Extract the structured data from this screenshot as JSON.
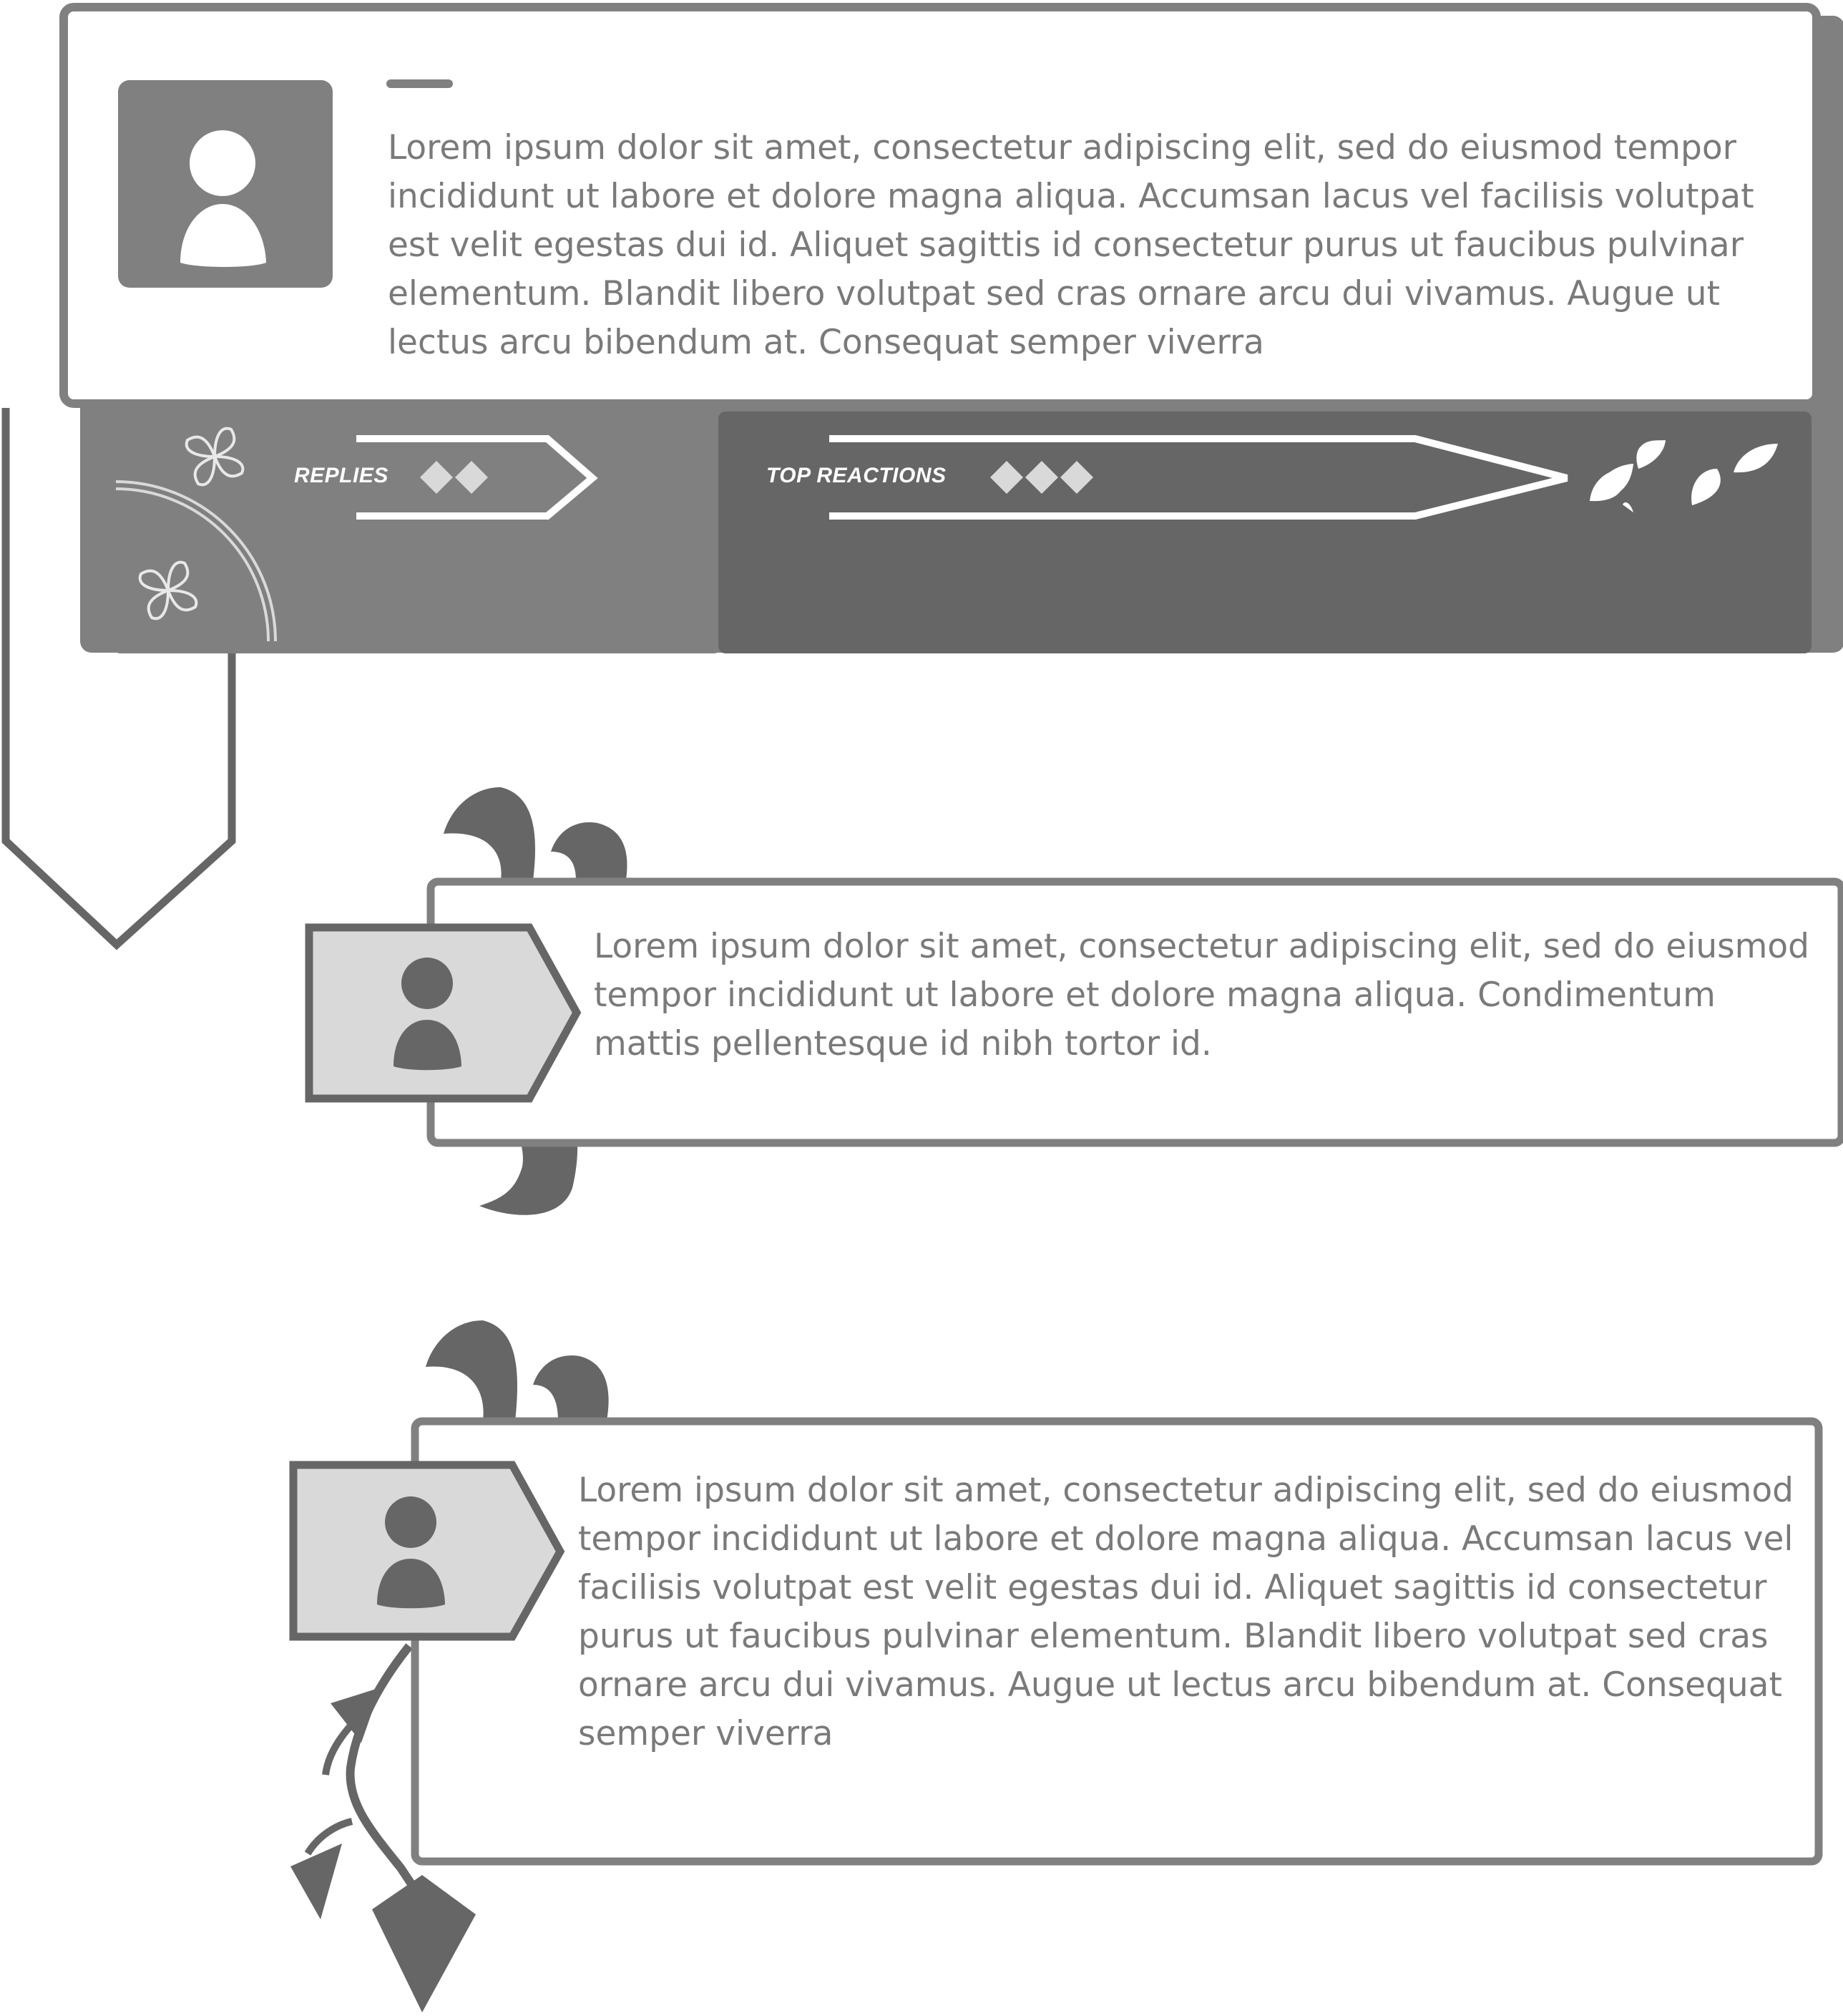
{
  "main_comment": {
    "text": "Lorem ipsum dolor sit amet, consectetur adipiscing elit, sed do eiusmod tempor incididunt ut labore et dolore magna aliqua. Accumsan lacus vel facilisis volutpat est velit egestas dui id. Aliquet sagittis id consectetur purus ut faucibus pulvinar elementum. Blandit libero volutpat sed cras ornare arcu dui vivamus. Augue ut lectus arcu bibendum at. Consequat semper viverra",
    "avatar_icon": "user-icon"
  },
  "stats_bar": {
    "replies_label": "REPLIES",
    "top_reactions_label": "TOP REACTIONS"
  },
  "replies": [
    {
      "text": "Lorem ipsum dolor sit amet, consectetur adipiscing elit, sed do eiusmod tempor incididunt ut labore et dolore magna aliqua. Condimentum mattis pellentesque id nibh tortor id.",
      "avatar_icon": "user-icon"
    },
    {
      "text": "Lorem ipsum dolor sit amet, consectetur adipiscing elit, sed do eiusmod tempor incididunt ut labore et dolore magna aliqua. Accumsan lacus vel facilisis volutpat est velit egestas dui id. Aliquet sagittis id consectetur purus ut faucibus pulvinar elementum. Blandit libero volutpat sed cras ornare arcu dui vivamus. Augue ut lectus arcu bibendum at. Consequat semper viverra",
      "avatar_icon": "user-icon"
    }
  ],
  "colors": {
    "border": "#808080",
    "dark": "#666666",
    "mid": "#808080",
    "light_fill": "#d9d9d9",
    "text": "#7a7a7a"
  }
}
